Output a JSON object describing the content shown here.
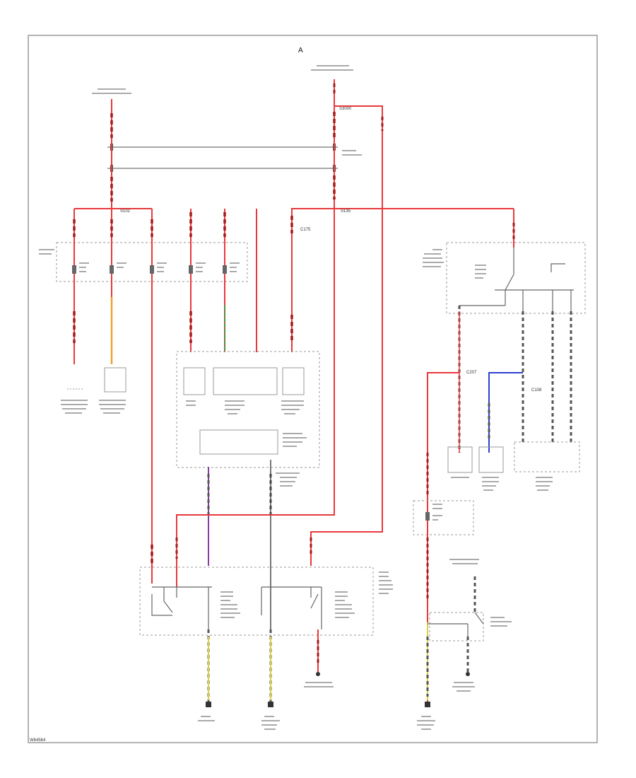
{
  "page_marker": "A",
  "footer_code": "W64564",
  "splices": {
    "s4": "S3000",
    "s1": "S102",
    "s3": "S135",
    "c1": "C175",
    "c2": "C207",
    "c3": "C108"
  },
  "colors": {
    "red": "#e8383c",
    "dark_red": "#a51c1c",
    "gray": "#777777",
    "orange": "#f0a030",
    "green": "#3a9a3a",
    "violet": "#8a3aa0",
    "blue": "#2f3fd0",
    "yellow": "#d8d04a",
    "box": "#999999"
  }
}
